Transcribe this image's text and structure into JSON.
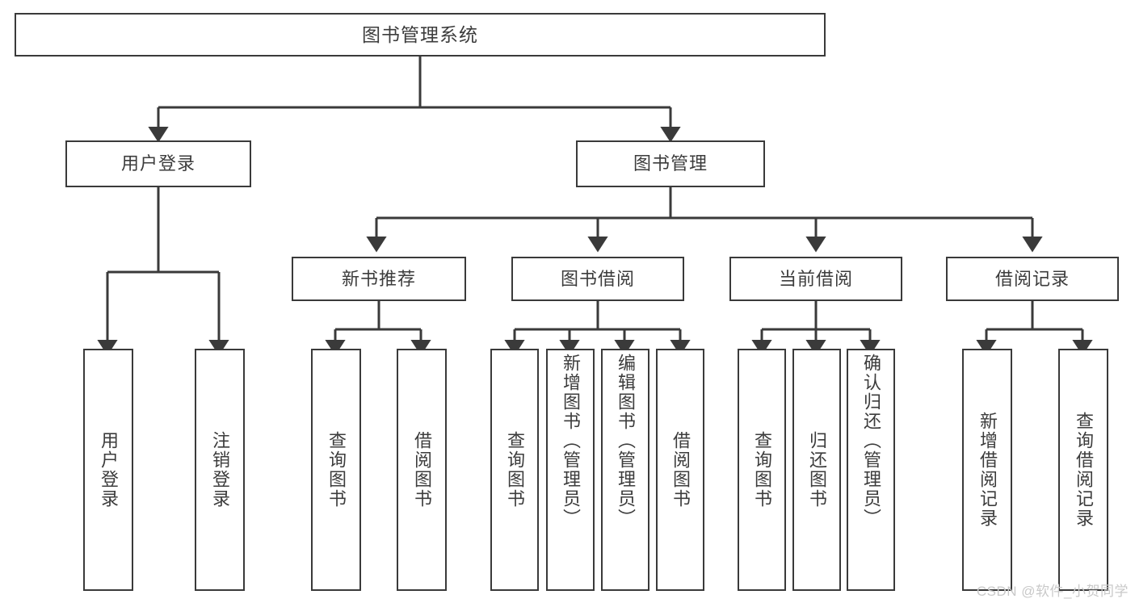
{
  "diagram": {
    "title": "图书管理系统",
    "type": "tree-hierarchy",
    "stroke_color": "#3a3a3a",
    "text_color": "#3c3c3c",
    "background_color": "#ffffff"
  },
  "root": {
    "label": "图书管理系统"
  },
  "level1": [
    {
      "label": "用户登录"
    },
    {
      "label": "图书管理"
    }
  ],
  "level2": [
    {
      "label": "新书推荐"
    },
    {
      "label": "图书借阅"
    },
    {
      "label": "当前借阅"
    },
    {
      "label": "借阅记录"
    }
  ],
  "leaves": {
    "user_login": [
      {
        "label": "用户登录"
      },
      {
        "label": "注销登录"
      }
    ],
    "new_book_recommend": [
      {
        "label": "查询图书"
      },
      {
        "label": "借阅图书"
      }
    ],
    "book_borrow": [
      {
        "label": "查询图书"
      },
      {
        "label": "新增图书（管理员）"
      },
      {
        "label": "编辑图书（管理员）"
      },
      {
        "label": "借阅图书"
      }
    ],
    "current_borrow": [
      {
        "label": "查询图书"
      },
      {
        "label": "归还图书"
      },
      {
        "label": "确认归还（管理员）"
      }
    ],
    "borrow_record": [
      {
        "label": "新增借阅记录"
      },
      {
        "label": "查询借阅记录"
      }
    ]
  },
  "watermark": {
    "text": "CSDN @软件_小贺同学"
  }
}
